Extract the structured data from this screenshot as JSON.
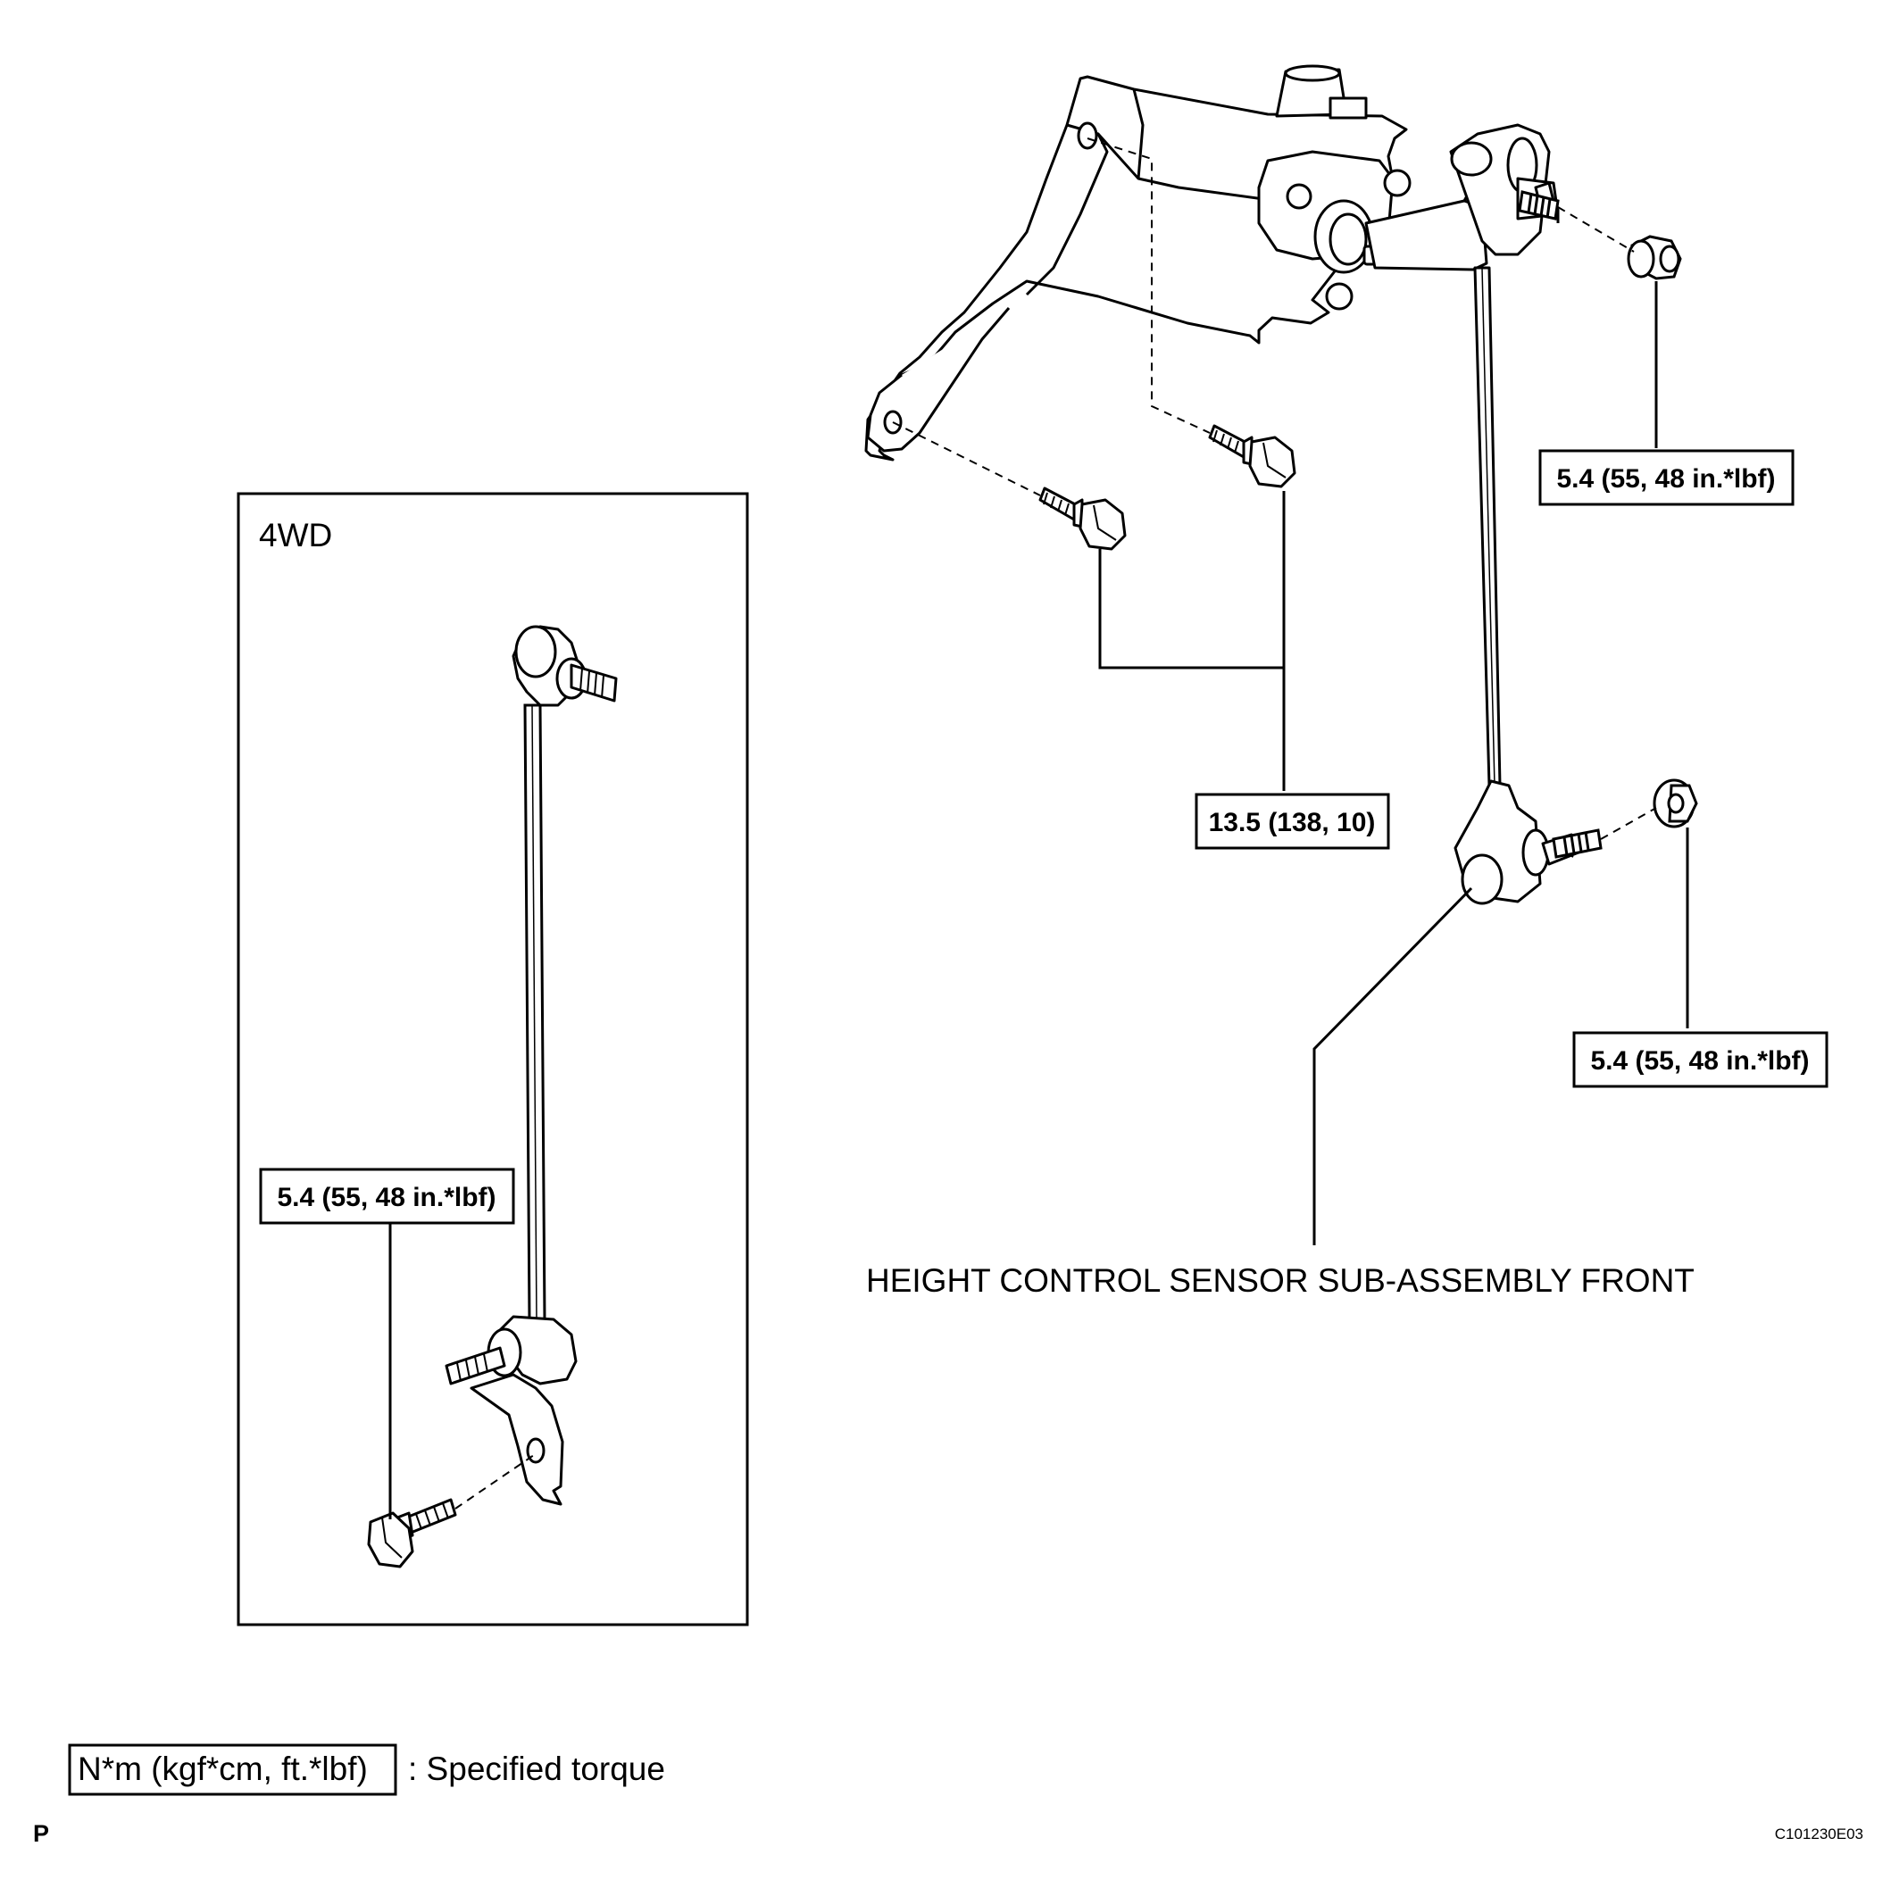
{
  "panel_4wd": {
    "title": "4WD",
    "torque": "5.4 (55, 48 in.*lbf)"
  },
  "main_assembly": {
    "torque_bracket_bolts": "13.5 (138, 10)",
    "torque_upper_nut": "5.4 (55, 48 in.*lbf)",
    "torque_lower_nut": "5.4 (55, 48 in.*lbf)",
    "part_name": "HEIGHT CONTROL SENSOR SUB-ASSEMBLY FRONT"
  },
  "legend": {
    "units": "N*m (kgf*cm, ft.*lbf)",
    "description": ": Specified torque"
  },
  "footer": {
    "page_marker": "P",
    "figure_code": "C101230E03"
  }
}
